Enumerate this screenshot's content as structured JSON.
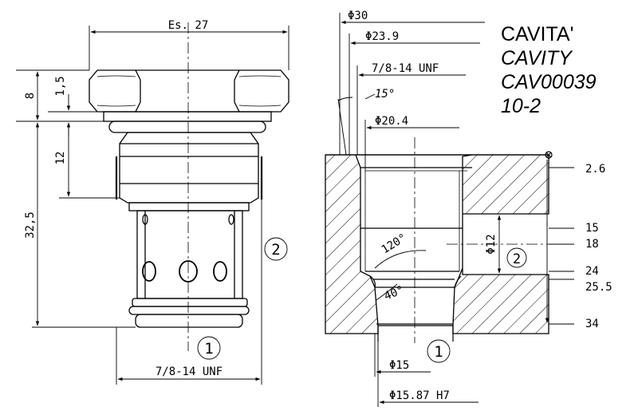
{
  "title_lines": [
    "CAVITA'",
    "CAVITY",
    "CAV00039",
    "10-2"
  ],
  "cartridge": {
    "hex_width": "Es. 27",
    "height_hex": "8",
    "height_flange": "1,5",
    "height_seat": "12",
    "total_length": "32,5",
    "thread": "7/8-14 UNF",
    "port_1": "1",
    "port_2": "2"
  },
  "cavity": {
    "dia_30": "Φ30",
    "dia_23_9": "Φ23.9",
    "thread": "7/8-14 UNF",
    "angle_15": "15°",
    "dia_20_4": "Φ20.4",
    "angle_120": "120°",
    "angle_40": "40°",
    "dia_12": "Φ12",
    "dia_15": "Φ15",
    "dia_15_87": "Φ15.87 H7",
    "depth_2_6": "2.6",
    "depth_15": "15",
    "depth_18": "18",
    "depth_24": "24",
    "depth_25_5": "25.5",
    "depth_34": "34",
    "port_1": "1",
    "port_2": "2"
  }
}
